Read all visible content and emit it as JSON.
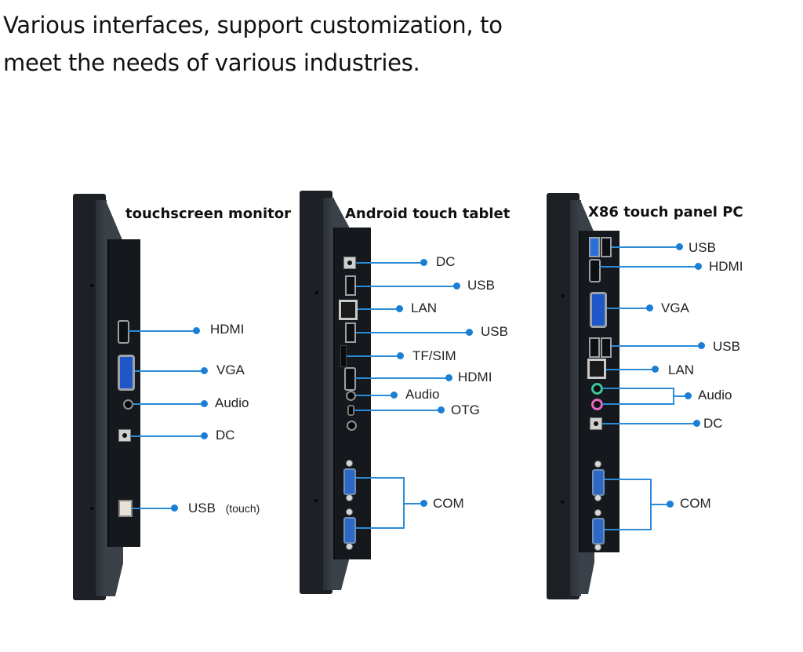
{
  "headline": {
    "line1": "Various interfaces, support customization, to",
    "line2": "meet the needs of various industries."
  },
  "accent_color": "#1a7fd4",
  "panels": [
    {
      "title": "touchscreen monitor",
      "ports": [
        {
          "label": "HDMI"
        },
        {
          "label": "VGA"
        },
        {
          "label": "Audio"
        },
        {
          "label": "DC"
        },
        {
          "label": "USB",
          "note": "(touch)"
        }
      ]
    },
    {
      "title": "Android touch tablet",
      "ports": [
        {
          "label": "DC"
        },
        {
          "label": "USB"
        },
        {
          "label": "LAN"
        },
        {
          "label": "USB"
        },
        {
          "label": "TF/SIM"
        },
        {
          "label": "HDMI"
        },
        {
          "label": "Audio"
        },
        {
          "label": "OTG"
        },
        {
          "label": "COM"
        }
      ]
    },
    {
      "title": "X86 touch panel PC",
      "ports": [
        {
          "label": "USB"
        },
        {
          "label": "HDMI"
        },
        {
          "label": "VGA"
        },
        {
          "label": "USB"
        },
        {
          "label": "LAN"
        },
        {
          "label": "Audio"
        },
        {
          "label": "DC"
        },
        {
          "label": "COM"
        }
      ]
    }
  ]
}
